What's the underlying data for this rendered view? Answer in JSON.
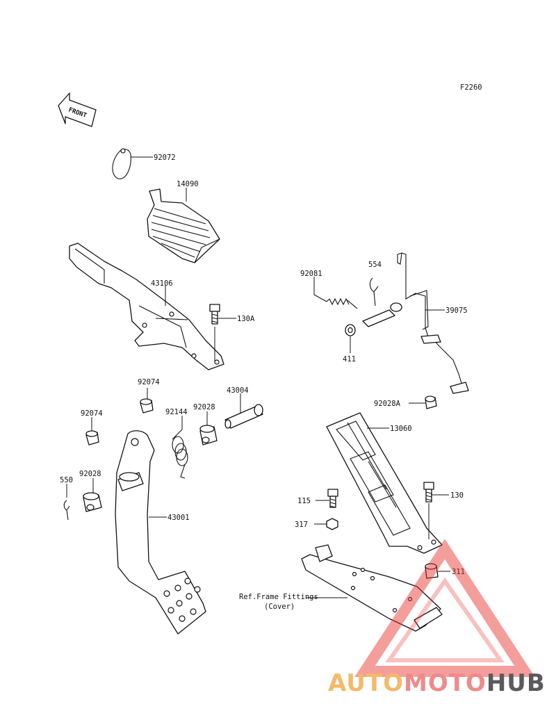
{
  "figure_code": "F2260",
  "front_arrow_label": "FRONT",
  "callouts": {
    "p92072": "92072",
    "p14090": "14090",
    "p43106": "43106",
    "p130A": "130A",
    "p92081": "92081",
    "p554": "554",
    "p39075": "39075",
    "p411": "411",
    "p92074a": "92074",
    "p92074b": "92074",
    "p92144": "92144",
    "p92028a": "92028",
    "p43004": "43004",
    "p92028b": "92028",
    "p550": "550",
    "p43001": "43001",
    "p92028A": "92028A",
    "p13060": "13060",
    "p115": "115",
    "p130": "130",
    "p317": "317",
    "p311": "311",
    "ref_line1": "Ref.Frame Fittings",
    "ref_line2": "(Cover)"
  },
  "watermark": {
    "part1": "AUTO",
    "part2": "MOTO",
    "part3": "HUB",
    "colors": {
      "auto": "#f4b96a",
      "moto": "#f08a8a",
      "hub": "#5a5a5a",
      "triangle": "#e8302a"
    }
  }
}
